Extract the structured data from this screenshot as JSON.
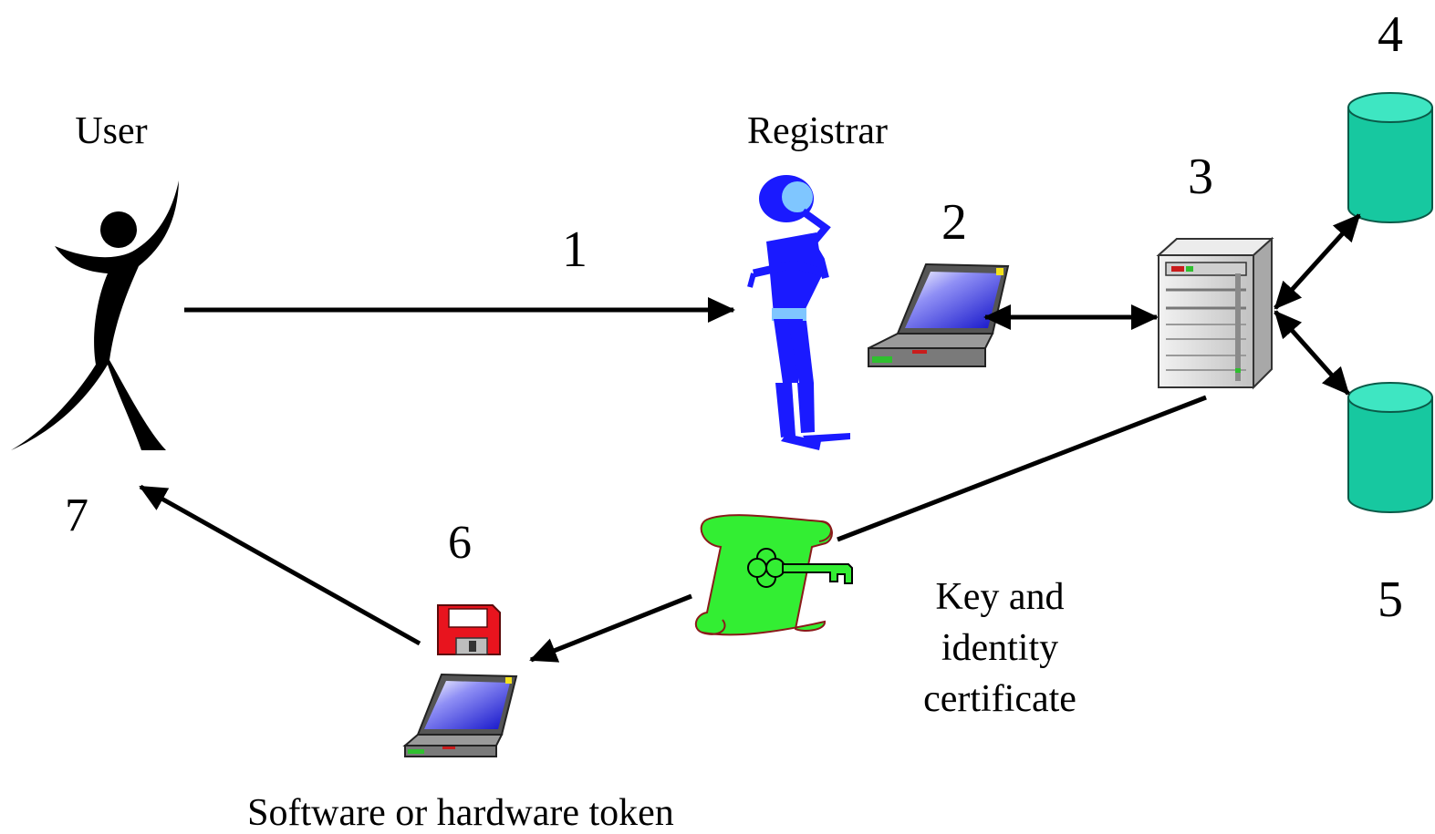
{
  "labels": {
    "user": "User",
    "registrar": "Registrar",
    "step1": "1",
    "step2": "2",
    "step3": "3",
    "step4": "4",
    "step5": "5",
    "step6": "6",
    "step7": "7",
    "certificate_line1": "Key and",
    "certificate_line2": "identity",
    "certificate_line3": "certificate",
    "token": "Software or hardware token"
  },
  "icons": {
    "user": "person-icon",
    "registrar": "registrar-person-icon",
    "registrar_laptop": "laptop-icon",
    "server": "server-icon",
    "database_top": "database-icon",
    "database_bottom": "database-icon",
    "certificate": "certificate-scroll-icon",
    "floppy": "floppy-disk-icon",
    "user_laptop": "laptop-icon"
  },
  "colors": {
    "registrar_blue": "#1a1aff",
    "registrar_light": "#7fc6ff",
    "laptop_screen": "#2a2ae0",
    "database": "#17c8a0",
    "database_top": "#3ee6c2",
    "certificate_green": "#33ee33",
    "floppy_red": "#e8141e",
    "server_gray": "#d6d6d6"
  }
}
